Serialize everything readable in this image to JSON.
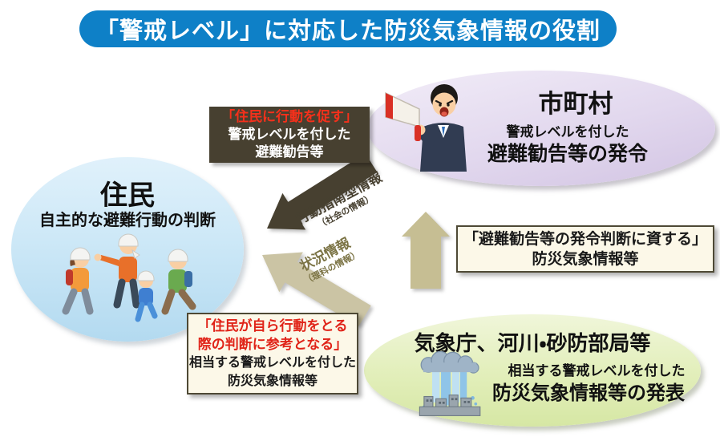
{
  "title": {
    "text": "「警戒レベル」に対応した防災気象情報の役割"
  },
  "municipality": {
    "name": "市町村",
    "line1": "警戒レベルを付した",
    "line2": "避難勧告等の発令",
    "icon": "megaphone-man-icon"
  },
  "residents": {
    "name": "住民",
    "line1": "自主的な避難行動の判断",
    "icon": "evacuating-family-icon"
  },
  "agencies": {
    "name": "気象庁、河川・砂防部局等",
    "line1": "相当する警戒レベルを付した",
    "line2": "防災気象情報等の発表",
    "icon": "downpour-icon"
  },
  "dark_box": {
    "line1": "「住民に行動を促す」",
    "line2": "警戒レベルを付した",
    "line3": "避難勧告等"
  },
  "advisory_box": {
    "line1": "「避難勧告等の発令判断に資する」",
    "line2": "防災気象情報等"
  },
  "reference_box": {
    "red1": "「住民が自ら行動をとる",
    "red2": "際の判断に参考となる」",
    "line3": "相当する警戒レベルを付した",
    "line4": "防災気象情報等"
  },
  "action_arrow": {
    "label": "行動指南型情報",
    "sublabel": "（社会の情報）"
  },
  "situation_arrow": {
    "label": "状況情報",
    "sublabel": "（理科の情報）"
  },
  "colors": {
    "title_bg": "#0e80c7",
    "dark_box_bg": "#474030",
    "red_accent": "#e02318",
    "arrow_dark": "#474030",
    "arrow_beige": "#cbc4a4",
    "arrow_up": "#c6be93",
    "cream_box_bg": "#fcf8e8",
    "municipality_fill": "#dccfe9",
    "residents_fill": "#c4e2f4",
    "agencies_fill": "#dfeab2"
  }
}
